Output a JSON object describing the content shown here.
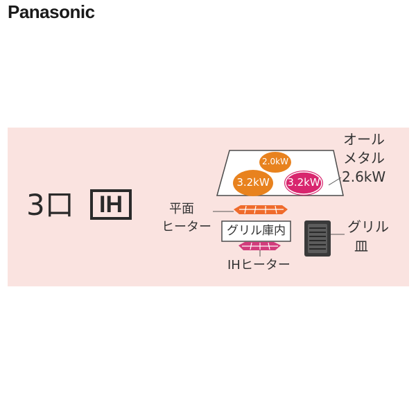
{
  "brand": "Panasonic",
  "badge": {
    "count": "3口",
    "type": "IH"
  },
  "cooktop": {
    "burner_left": "3.2kW",
    "burner_top": "2.0kW",
    "burner_right": "3.2kW",
    "top_label_line1": "オール",
    "top_label_line2": "メタル",
    "top_label_line3": "2.6kW"
  },
  "grill": {
    "upper_heater_line1": "平面",
    "upper_heater_line2": "ヒーター",
    "chamber_label": "グリル庫内",
    "lower_heater_label": "IHヒーター",
    "tray_line1": "グリル",
    "tray_line2": "皿"
  },
  "colors": {
    "panel_bg": "#fae3e0",
    "orange": "#e8821e",
    "magenta": "#d8266e",
    "heater_orange": "#ef6b2c",
    "heater_pink": "#d23c7c"
  }
}
